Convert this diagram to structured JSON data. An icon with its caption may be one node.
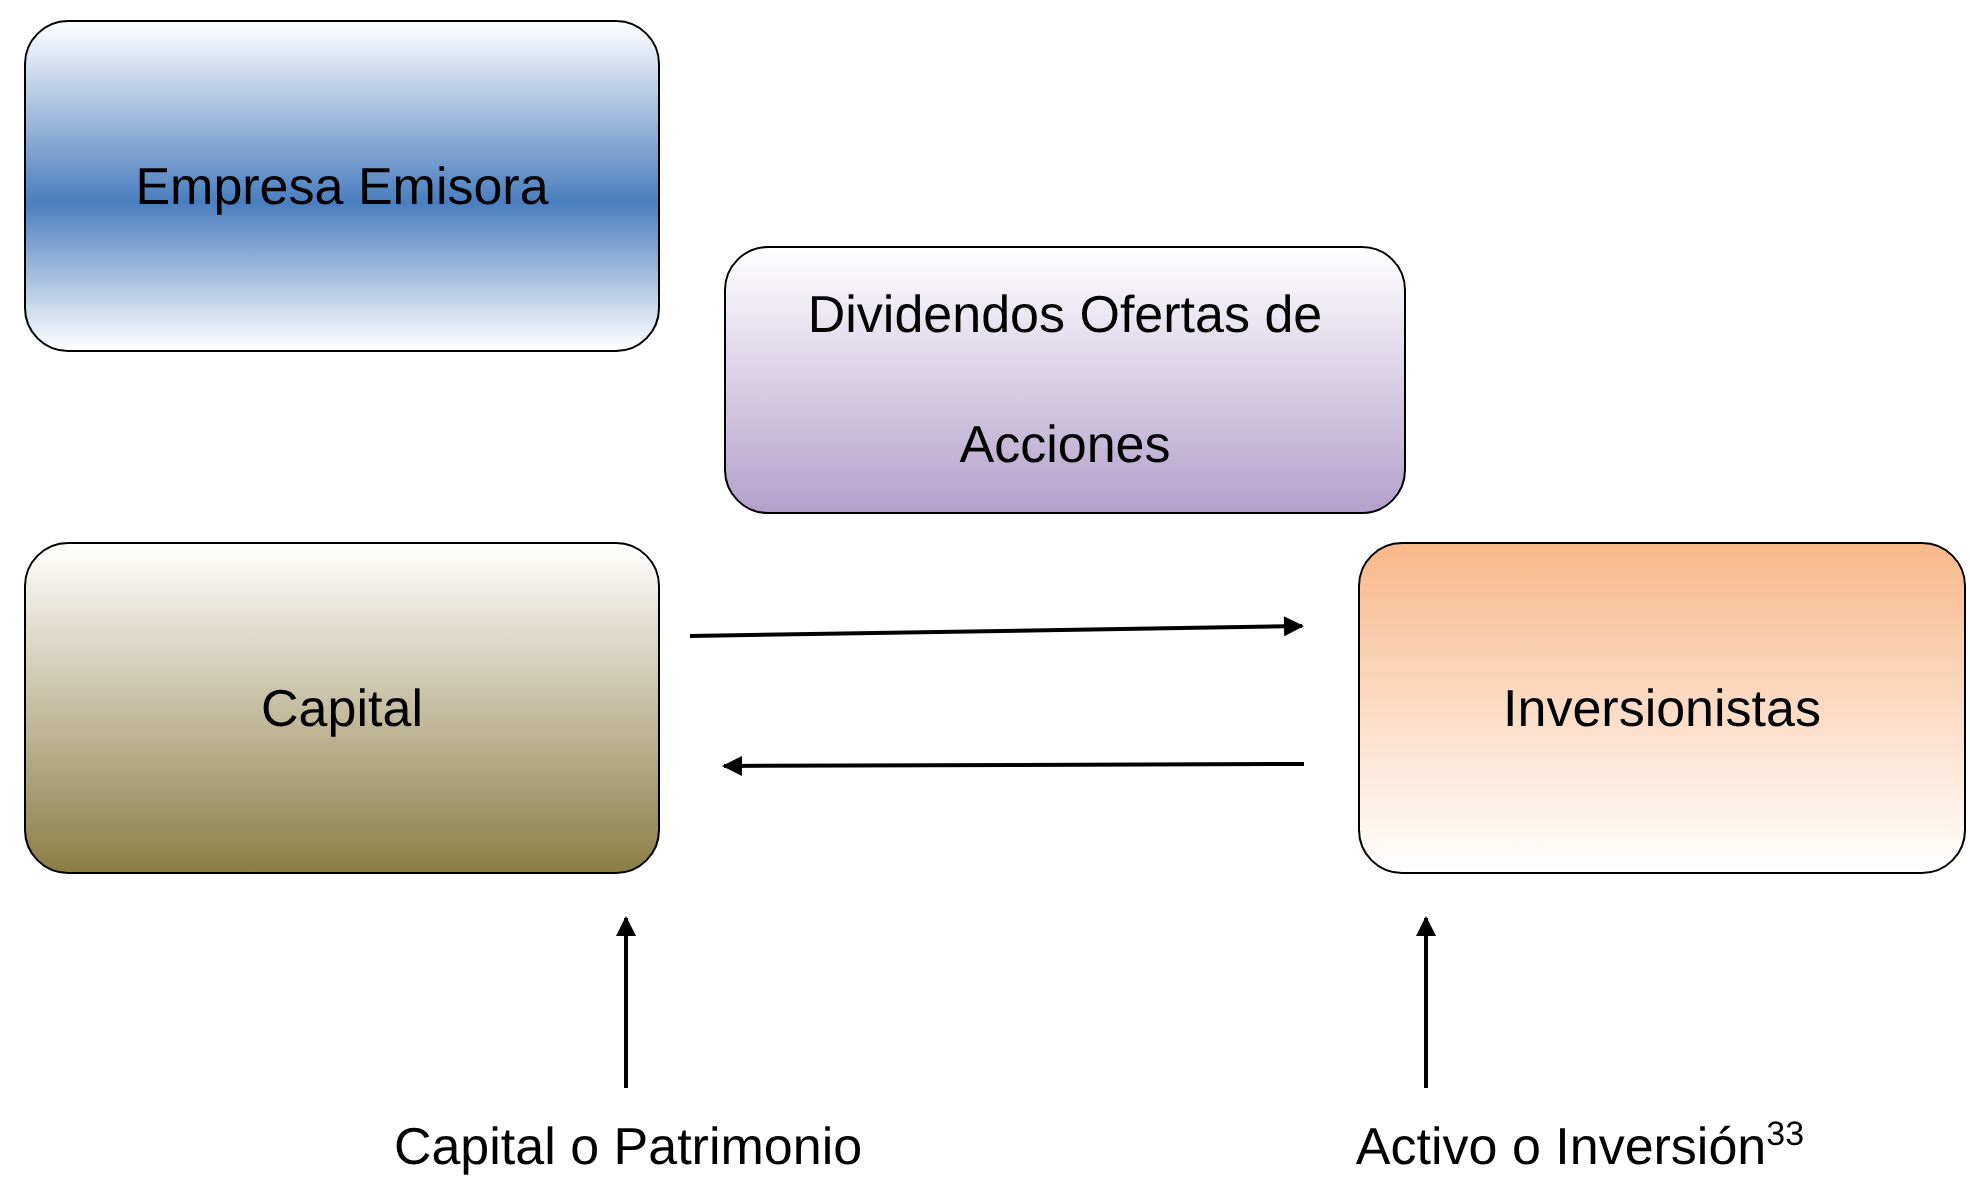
{
  "diagram": {
    "nodes": [
      {
        "text": [
          "Empresa Emisora"
        ]
      },
      {
        "text": [
          "Dividendos Ofertas de Acciones"
        ]
      },
      {
        "text": [
          "Capital"
        ]
      },
      {
        "text": [
          "Inversionistas"
        ]
      },
      {
        "text": [
          "Capital o Patrimonio"
        ]
      },
      {
        "text": [
          "Activo o Inversión$^{33}$"
        ]
      }
    ],
    "edges": [
      {
        "from": 2,
        "to": 3,
        "arrow": "to"
      },
      {
        "from": 3,
        "to": 2,
        "arrow": "to"
      },
      {
        "from": 4,
        "to": 2,
        "arrow": "to"
      },
      {
        "from": 5,
        "to": 3,
        "arrow": "to"
      }
    ]
  }
}
